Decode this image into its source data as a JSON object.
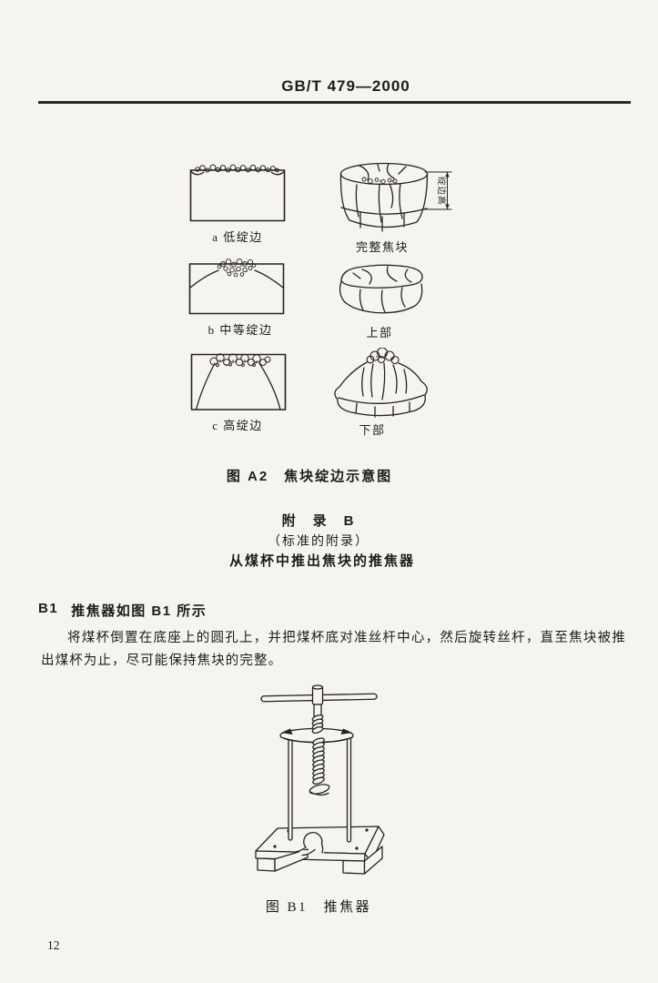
{
  "header": {
    "standard_code": "GB/T 479—2000"
  },
  "figure_a2": {
    "caption": "图 A2　焦块绽边示意图",
    "dimension_label": "绽边高",
    "rows": [
      {
        "left_label": "a 低绽边",
        "right_label": "完整焦块"
      },
      {
        "left_label": "b 中等绽边",
        "right_label": "上部"
      },
      {
        "left_label": "c 高绽边",
        "right_label": "下部"
      }
    ]
  },
  "appendix_b": {
    "title": "附　录　B",
    "subtitle": "（标准的附录）",
    "heading": "从煤杯中推出焦块的推焦器",
    "clause_number": "B1",
    "clause_heading": "推焦器如图 B1 所示",
    "paragraph": "将煤杯倒置在底座上的圆孔上，并把煤杯底对准丝杆中心，然后旋转丝杆，直至焦块被推出煤杯为止，尽可能保持焦块的完整。"
  },
  "figure_b1": {
    "caption": "图 B1　推焦器"
  },
  "page_footer": {
    "page_number": "12"
  },
  "colors": {
    "paper": "#f5f4f1",
    "ink": "#25221f"
  }
}
